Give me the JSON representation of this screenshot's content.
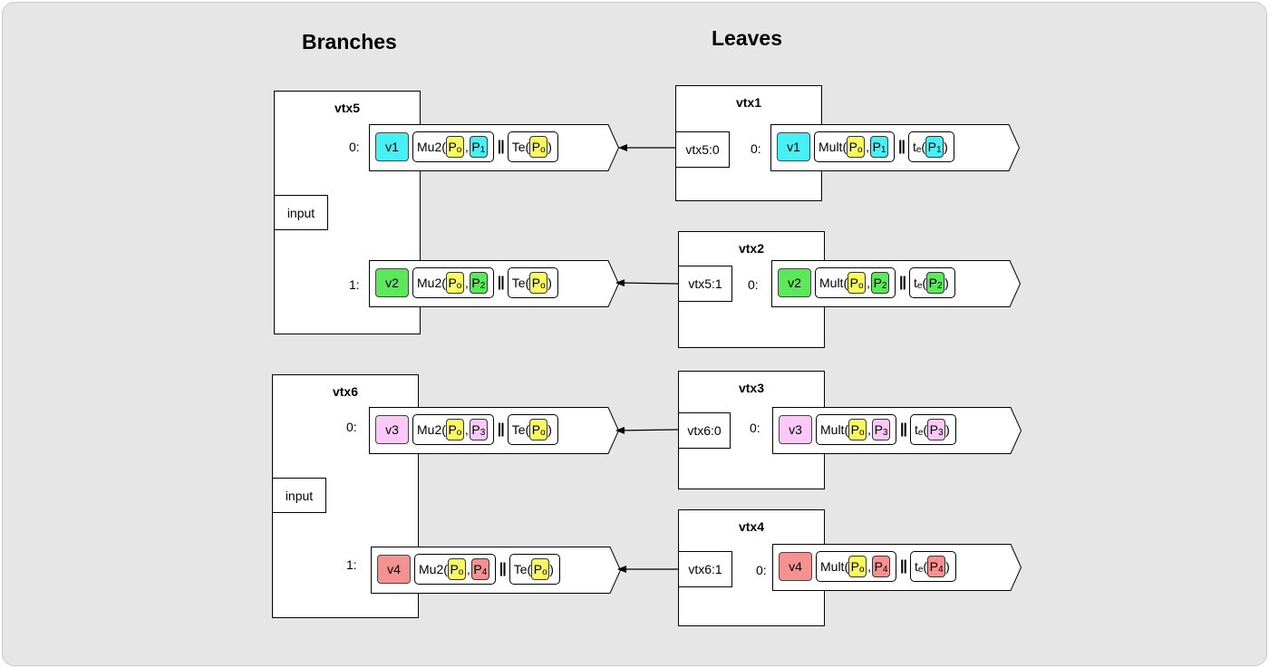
{
  "headings": {
    "branches": "Branches",
    "leaves": "Leaves"
  },
  "colors": {
    "cyan": "#47f0f4",
    "green": "#5be85b",
    "pink": "#fbc8f7",
    "red": "#f59191",
    "yellow": "#fafa5e"
  },
  "branches": [
    {
      "title": "vtx5",
      "input_label": "input",
      "outputs": [
        {
          "index": "0:",
          "value": "v1",
          "func": "Mu2(",
          "p0_main": "P",
          "p0_sub": "o",
          "comma": ",",
          "p_main": "P",
          "p_sub": "1",
          "sep": "||",
          "tfunc": "Te(",
          "t_main": "P",
          "t_sub": "o",
          "close": ")"
        },
        {
          "index": "1:",
          "value": "v2",
          "func": "Mu2(",
          "p0_main": "P",
          "p0_sub": "o",
          "comma": ",",
          "p_main": "P",
          "p_sub": "2",
          "sep": "||",
          "tfunc": "Te(",
          "t_main": "P",
          "t_sub": "o",
          "close": ")"
        }
      ]
    },
    {
      "title": "vtx6",
      "input_label": "input",
      "outputs": [
        {
          "index": "0:",
          "value": "v3",
          "func": "Mu2(",
          "p0_main": "P",
          "p0_sub": "o",
          "comma": ",",
          "p_main": "P",
          "p_sub": "3",
          "sep": "||",
          "tfunc": "Te(",
          "t_main": "P",
          "t_sub": "o",
          "close": ")"
        },
        {
          "index": "1:",
          "value": "v4",
          "func": "Mu2(",
          "p0_main": "P",
          "p0_sub": "o",
          "comma": ",",
          "p_main": "P",
          "p_sub": "4",
          "sep": "||",
          "tfunc": "Te(",
          "t_main": "P",
          "t_sub": "o",
          "close": ")"
        }
      ]
    }
  ],
  "leaves": [
    {
      "title": "vtx1",
      "input_label": "vtx5:0",
      "output": {
        "index": "0:",
        "value": "v1",
        "func": "Mult(",
        "p0_main": "P",
        "p0_sub": "o",
        "comma": ",",
        "p_main": "P",
        "p_sub": "1",
        "sep": "||",
        "t_main": "t",
        "t_sub": "e",
        "t_open": "(",
        "tp_main": "P",
        "tp_sub": "1",
        "close": ")"
      }
    },
    {
      "title": "vtx2",
      "input_label": "vtx5:1",
      "output": {
        "index": "0:",
        "value": "v2",
        "func": "Mult(",
        "p0_main": "P",
        "p0_sub": "o",
        "comma": ",",
        "p_main": "P",
        "p_sub": "2",
        "sep": "||",
        "t_main": "t",
        "t_sub": "e",
        "t_open": "(",
        "tp_main": "P",
        "tp_sub": "2",
        "close": ")"
      }
    },
    {
      "title": "vtx3",
      "input_label": "vtx6:0",
      "output": {
        "index": "0:",
        "value": "v3",
        "func": "Mult(",
        "p0_main": "P",
        "p0_sub": "o",
        "comma": ",",
        "p_main": "P",
        "p_sub": "3",
        "sep": "||",
        "t_main": "t",
        "t_sub": "e",
        "t_open": "(",
        "tp_main": "P",
        "tp_sub": "3",
        "close": ")"
      }
    },
    {
      "title": "vtx4",
      "input_label": "vtx6:1",
      "output": {
        "index": "0:",
        "value": "v4",
        "func": "Mult(",
        "p0_main": "P",
        "p0_sub": "o",
        "comma": ",",
        "p_main": "P",
        "p_sub": "4",
        "sep": "||",
        "t_main": "t",
        "t_sub": "e",
        "t_open": "(",
        "tp_main": "P",
        "tp_sub": "4",
        "close": ")"
      }
    }
  ]
}
